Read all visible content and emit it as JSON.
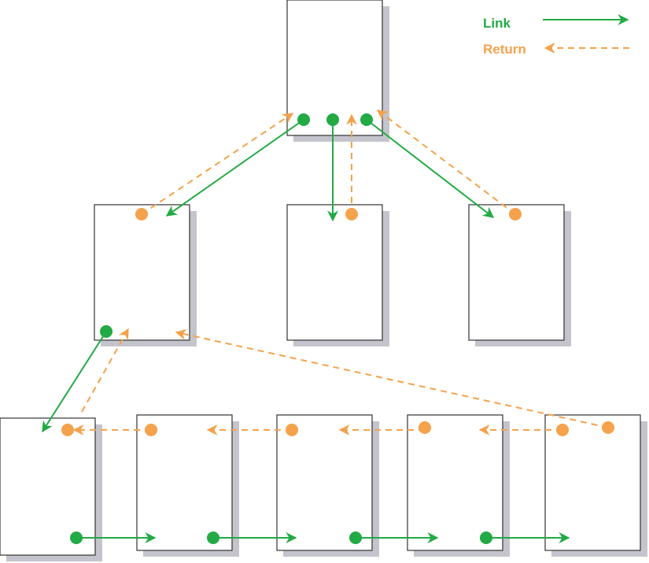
{
  "legend": {
    "link_label": "Link",
    "return_label": "Return"
  },
  "colors": {
    "link": "#22aa44",
    "return": "#f5a24c",
    "page_border": "#333333",
    "page_shadow": "#c4c4cc",
    "page_fill": "#ffffff"
  },
  "structure": {
    "levels": 3,
    "pages_per_level": [
      1,
      3,
      5
    ],
    "link_arrow_style": "solid",
    "return_arrow_style": "dashed"
  }
}
